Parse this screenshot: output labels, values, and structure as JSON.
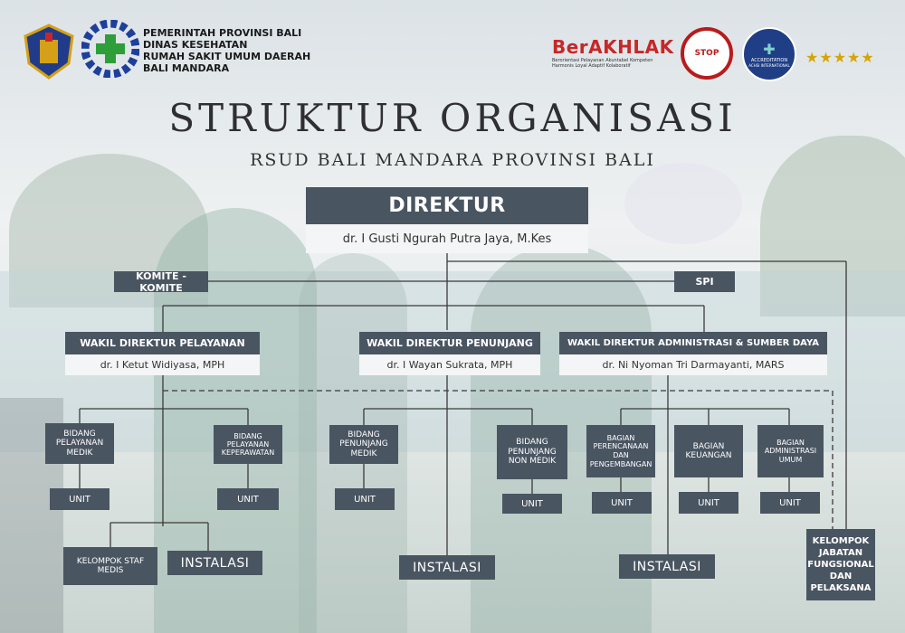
{
  "header": {
    "lines": [
      "PEMERINTAH PROVINSI BALI",
      "DINAS KESEHATAN",
      "RUMAH SAKIT UMUM DAERAH",
      "BALI MANDARA"
    ],
    "berakhlak_title": "BerAKHLAK",
    "berakhlak_sub": "Berorientasi Pelayanan Akuntabel Kompeten Harmonis Loyal Adaptif Kolaboratif",
    "seal_text": "STOP",
    "accreditation_text": "ACCREDITATION",
    "accreditation_sub": "ACHSI INTERNATIONAL",
    "stars": "★★★★★"
  },
  "title": "STRUKTUR ORGANISASI",
  "subtitle": "RSUD BALI MANDARA PROVINSI BALI",
  "direktur": {
    "title": "DIREKTUR",
    "name": "dr. I Gusti Ngurah Putra Jaya, M.Kes"
  },
  "komite": "KOMITE - KOMITE",
  "spi": "SPI",
  "wakil": [
    {
      "title": "WAKIL DIREKTUR PELAYANAN",
      "name": "dr. I Ketut Widiyasa, MPH"
    },
    {
      "title": "WAKIL DIREKTUR PENUNJANG",
      "name": "dr. I Wayan Sukrata, MPH"
    },
    {
      "title": "WAKIL DIREKTUR ADMINISTRASI & SUMBER DAYA",
      "name": "dr. Ni Nyoman Tri Darmayanti, MARS"
    }
  ],
  "bidang": [
    "BIDANG PELAYANAN MEDIK",
    "BIDANG PELAYANAN KEPERAWATAN",
    "BIDANG PENUNJANG MEDIK",
    "BIDANG PENUNJANG NON MEDIK",
    "BAGIAN PERENCANAAN DAN PENGEMBANGAN",
    "BAGIAN KEUANGAN",
    "BAGIAN ADMINISTRASI UMUM"
  ],
  "unit_label": "UNIT",
  "kelompok_staf": "KELOMPOK STAF MEDIS",
  "instalasi": "INSTALASI",
  "kelompok_jabatan": "KELOMPOK JABATAN FUNGSIONAL DAN PELAKSANA",
  "colors": {
    "box_dark": "#4a5562",
    "box_light": "#f4f5f6",
    "line": "#3a3a3a",
    "brand_red": "#c62828"
  }
}
